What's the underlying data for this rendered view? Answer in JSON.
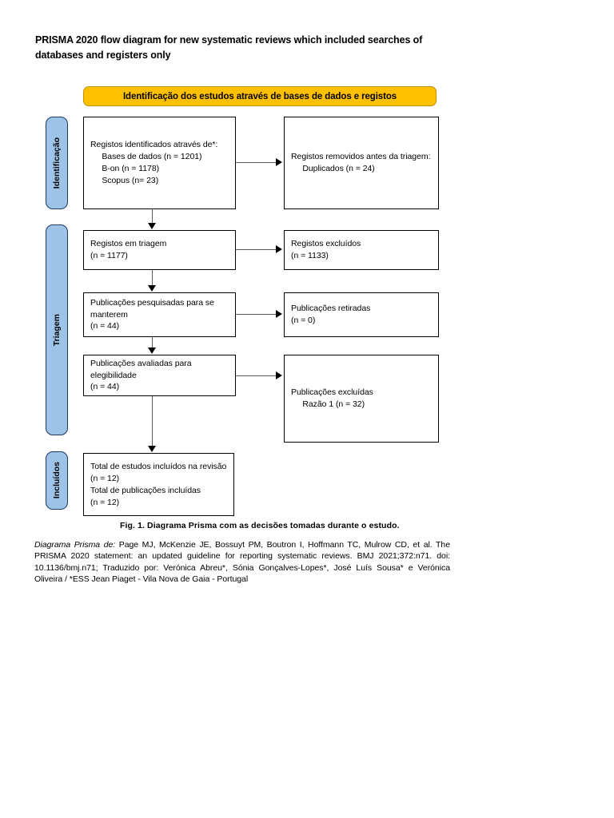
{
  "page": {
    "title": "PRISMA 2020 flow diagram for new systematic reviews which included searches of databases and registers only"
  },
  "banner": {
    "label": "Identificação dos estudos através de bases de dados e registos",
    "color": "#FFC000"
  },
  "stages": {
    "identificacao": "Identificação",
    "triagem": "Triagem",
    "incluidos": "Incluídos",
    "color": "#9DC3E6"
  },
  "boxes": {
    "identified": "Registos identificados através de*:\n     Bases de dados (n = 1201)\n     B-on (n = 1178)\n     Scopus (n= 23)",
    "removed": "Registos removidos antes da triagem:\n     Duplicados (n = 24)",
    "screened": "Registos em triagem\n(n = 1177)",
    "excluded_screened": "Registos excluídos\n(n = 1133)",
    "sought": "Publicações pesquisadas para se manterem\n(n = 44)",
    "retracted": "Publicações retiradas\n(n = 0)",
    "assessed": "Publicações avaliadas para elegibilidade\n(n = 44)",
    "excluded_assessed": "Publicações excluídas\n     Razão 1 (n = 32)",
    "included": "Total de estudos incluídos na revisão\n(n = 12)\nTotal de publicações incluídas\n(n = 12)"
  },
  "caption": "Fig. 1. Diagrama Prisma com as decisões tomadas durante o estudo.",
  "citation": {
    "lead": "Diagrama Prisma de:",
    "body": " Page MJ, McKenzie JE, Bossuyt PM, Boutron I, Hoffmann TC, Mulrow CD, et al. The PRISMA 2020 statement: an updated guideline for reporting systematic reviews. BMJ 2021;372:n71. doi: 10.1136/bmj.n71; Traduzido por: Verónica Abreu*, Sónia Gonçalves-Lopes*, José Luís Sousa* e Verónica Oliveira / *ESS Jean Piaget - Vila Nova de Gaia - Portugal"
  },
  "chart_data": {
    "type": "diagram",
    "title": "PRISMA 2020 flow diagram for new systematic reviews which included searches of databases and registers only",
    "nodes": [
      {
        "id": "identified",
        "stage": "Identificação",
        "column": "left",
        "label": "Registos identificados através de*",
        "values": [
          {
            "source": "Bases de dados",
            "n": 1201
          },
          {
            "source": "B-on",
            "n": 1178
          },
          {
            "source": "Scopus",
            "n": 23
          }
        ]
      },
      {
        "id": "removed",
        "stage": "Identificação",
        "column": "right",
        "label": "Registos removidos antes da triagem",
        "values": [
          {
            "source": "Duplicados",
            "n": 24
          }
        ]
      },
      {
        "id": "screened",
        "stage": "Triagem",
        "column": "left",
        "label": "Registos em triagem",
        "n": 1177
      },
      {
        "id": "excluded_screened",
        "stage": "Triagem",
        "column": "right",
        "label": "Registos excluídos",
        "n": 1133
      },
      {
        "id": "sought",
        "stage": "Triagem",
        "column": "left",
        "label": "Publicações pesquisadas para se manterem",
        "n": 44
      },
      {
        "id": "retracted",
        "stage": "Triagem",
        "column": "right",
        "label": "Publicações retiradas",
        "n": 0
      },
      {
        "id": "assessed",
        "stage": "Triagem",
        "column": "left",
        "label": "Publicações avaliadas para elegibilidade",
        "n": 44
      },
      {
        "id": "excluded_assessed",
        "stage": "Triagem",
        "column": "right",
        "label": "Publicações excluídas",
        "values": [
          {
            "source": "Razão 1",
            "n": 32
          }
        ]
      },
      {
        "id": "included",
        "stage": "Incluídos",
        "column": "left",
        "label": "Total de estudos incluídos na revisão / Total de publicações incluídas",
        "n": 12
      }
    ],
    "edges": [
      {
        "from": "identified",
        "to": "removed",
        "direction": "right"
      },
      {
        "from": "identified",
        "to": "screened",
        "direction": "down"
      },
      {
        "from": "screened",
        "to": "excluded_screened",
        "direction": "right"
      },
      {
        "from": "screened",
        "to": "sought",
        "direction": "down"
      },
      {
        "from": "sought",
        "to": "retracted",
        "direction": "right"
      },
      {
        "from": "sought",
        "to": "assessed",
        "direction": "down"
      },
      {
        "from": "assessed",
        "to": "excluded_assessed",
        "direction": "right"
      },
      {
        "from": "assessed",
        "to": "included",
        "direction": "down"
      }
    ]
  }
}
